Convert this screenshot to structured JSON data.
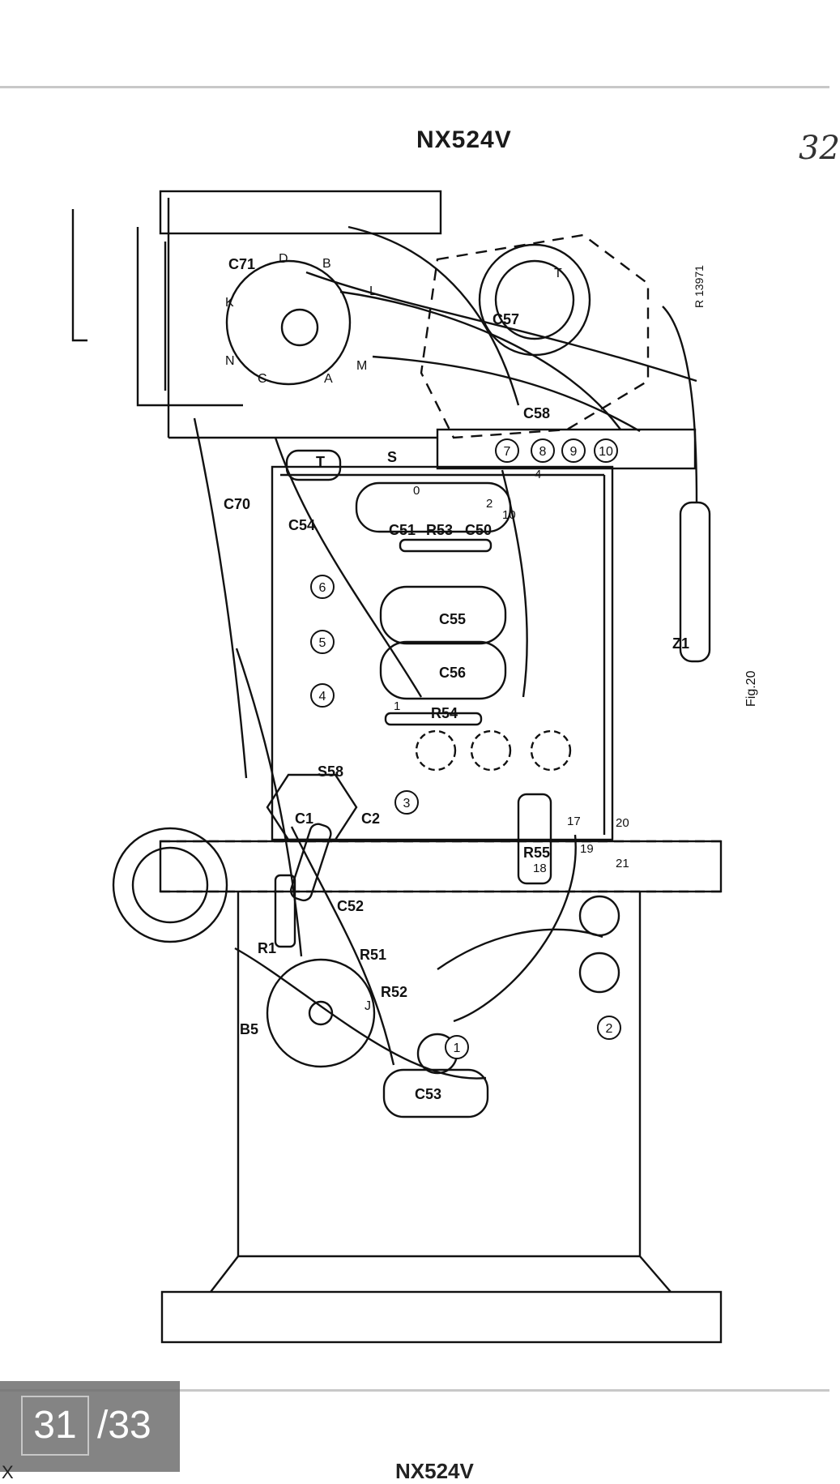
{
  "header": {
    "title": "NX524V",
    "page_mark": "32"
  },
  "diagram": {
    "fig_label": "Fig.20",
    "ref_code": "R 13971",
    "components": [
      "C71",
      "C70",
      "C54",
      "C51",
      "R53",
      "C50",
      "C55",
      "C56",
      "R54",
      "S58",
      "C1",
      "C2",
      "C52",
      "R1",
      "R51",
      "R52",
      "C53",
      "R55",
      "Z1",
      "C57",
      "C58",
      "B5",
      "S",
      "T"
    ],
    "letters": [
      "K",
      "N",
      "D",
      "B",
      "L",
      "M",
      "A",
      "C",
      "T",
      "J",
      "S",
      "T"
    ],
    "circled_numbers": [
      "1",
      "2",
      "3",
      "4",
      "5",
      "6",
      "7",
      "8",
      "9",
      "10"
    ],
    "pins": [
      "17",
      "18",
      "19",
      "20",
      "21"
    ],
    "small_nums": [
      "0",
      "2",
      "10",
      "1",
      "4"
    ]
  },
  "pager": {
    "current": "31",
    "total": "/33"
  },
  "next_page": {
    "title": "NX524V",
    "corner": "X"
  }
}
